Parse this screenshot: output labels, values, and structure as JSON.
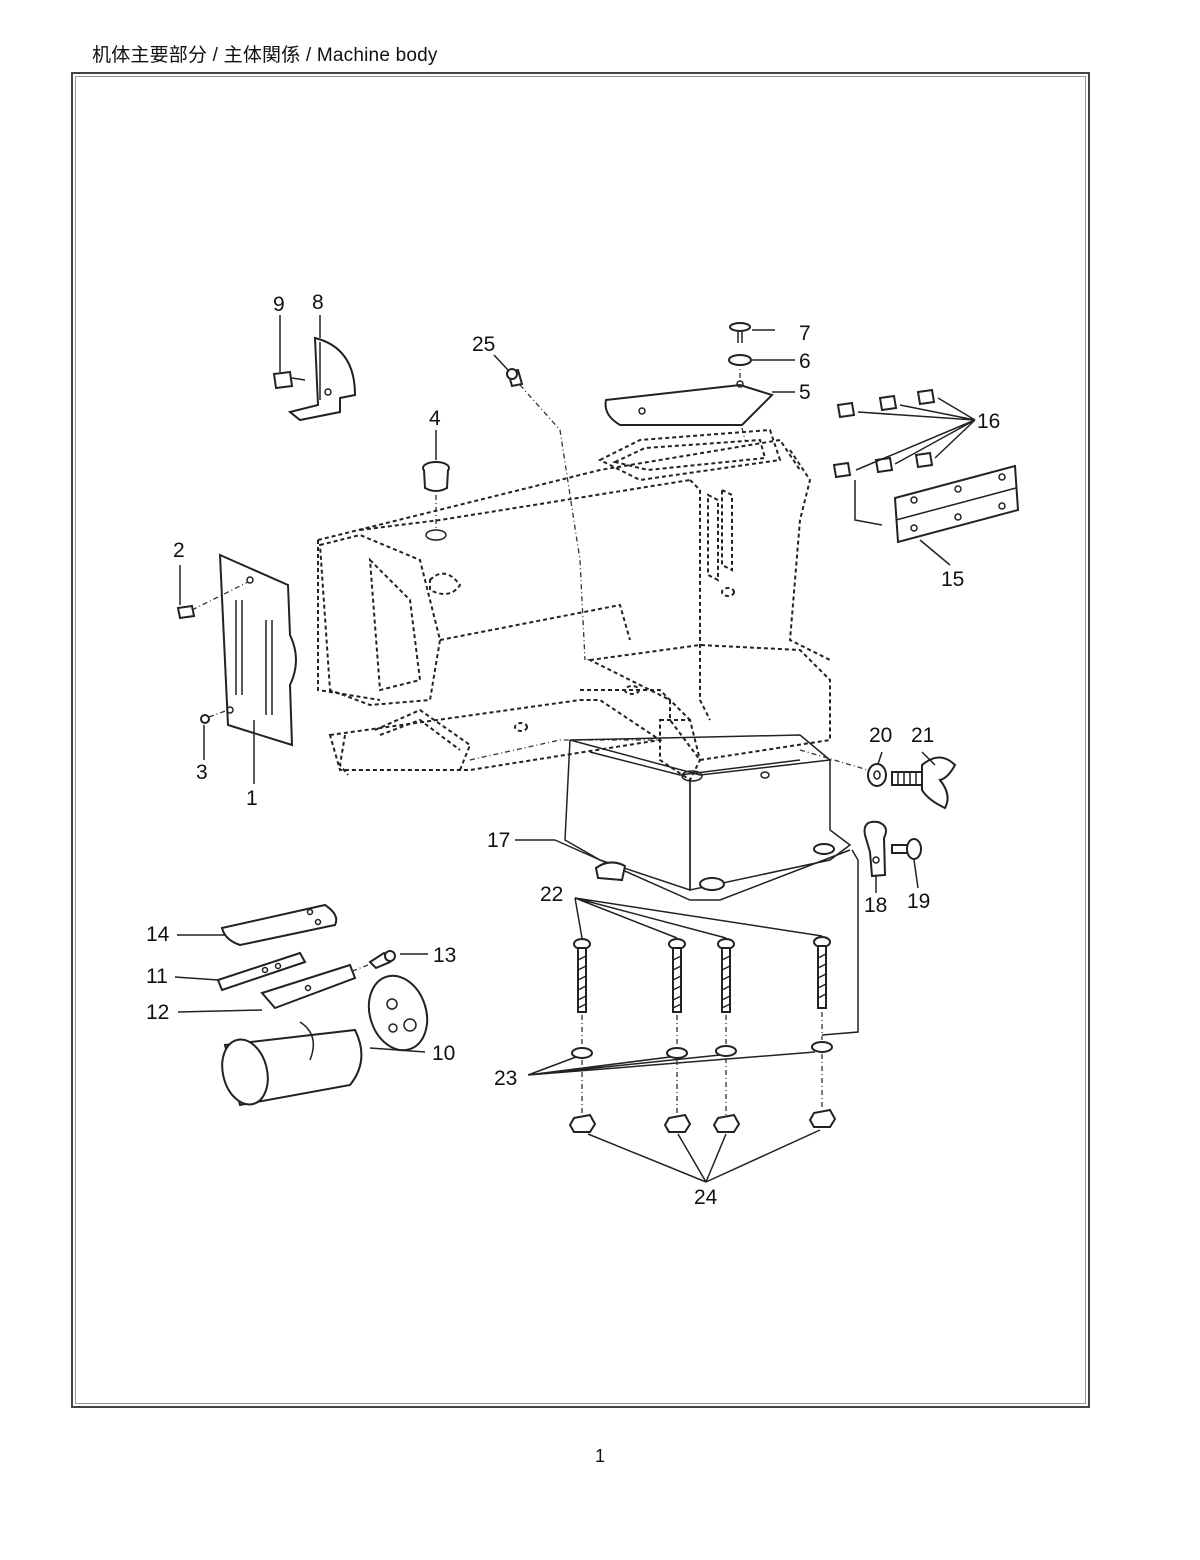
{
  "header": {
    "title": "机体主要部分 / 主体関係 / Machine body"
  },
  "diagram": {
    "callouts": [
      "1",
      "2",
      "3",
      "4",
      "5",
      "6",
      "7",
      "8",
      "9",
      "10",
      "11",
      "12",
      "13",
      "14",
      "15",
      "16",
      "17",
      "18",
      "19",
      "20",
      "21",
      "22",
      "23",
      "24",
      "25"
    ]
  },
  "footer": {
    "page_number": "1"
  }
}
